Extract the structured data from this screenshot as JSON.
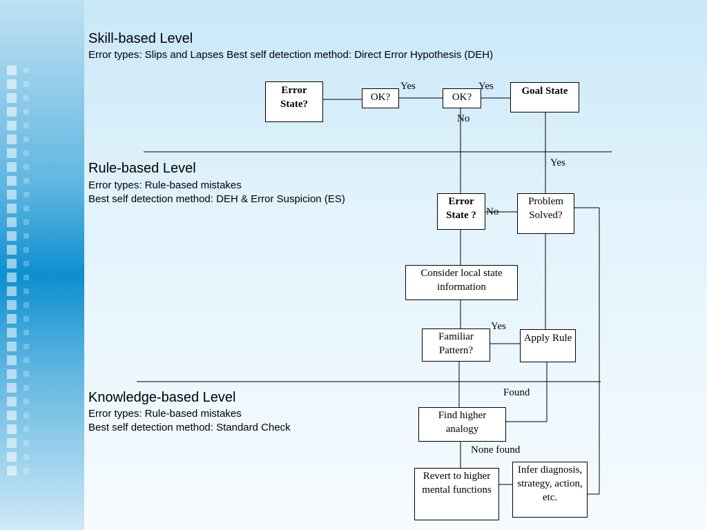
{
  "skill": {
    "title": "Skill-based Level",
    "line1": "Error types: Slips and Lapses Best self detection method: Direct Error Hypothesis (DEH)"
  },
  "rule": {
    "title": "Rule-based Level",
    "line1": "Error types: Rule-based mistakes",
    "line2": "Best self detection method: DEH & Error Suspicion (ES)"
  },
  "knowledge": {
    "title": "Knowledge-based Level",
    "line1": "Error types: Rule-based mistakes",
    "line2": "Best self detection method: Standard Check"
  },
  "boxes": {
    "error_state_1": "Error State?",
    "ok_1": "OK?",
    "ok_2": "OK?",
    "goal_state": "Goal State",
    "error_state_2": "Error State ?",
    "problem_solved": "Problem Solved?",
    "consider_local": "Consider local state information",
    "familiar_pattern": "Familiar Pattern?",
    "apply_rule": "Apply Rule",
    "find_higher": "Find higher analogy",
    "revert": "Revert to higher mental functions",
    "infer": "Infer diagnosis, strategy, action, etc."
  },
  "labels": {
    "yes_ok1": "Yes",
    "yes_ok2": "Yes",
    "no_ok2": "No",
    "yes_goal": "Yes",
    "no_error2": "No",
    "yes_familiar": "Yes",
    "found": "Found",
    "none_found": "None found"
  }
}
